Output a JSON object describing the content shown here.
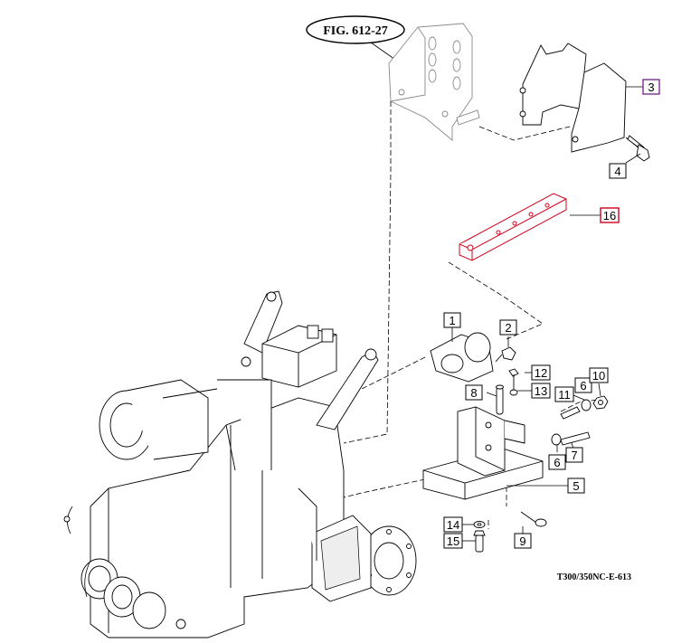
{
  "figure_ref": "FIG. 612-27",
  "drawing_code": "T300/350NC-E-613",
  "colors": {
    "selected_purple": "#7b2d8e",
    "selected_red": "#d0021b",
    "line": "#000000"
  },
  "callouts": [
    {
      "id": "1",
      "label": "1"
    },
    {
      "id": "2",
      "label": "2"
    },
    {
      "id": "3",
      "label": "3",
      "highlight": "purple"
    },
    {
      "id": "4",
      "label": "4"
    },
    {
      "id": "5",
      "label": "5"
    },
    {
      "id": "6a",
      "label": "6"
    },
    {
      "id": "6b",
      "label": "6"
    },
    {
      "id": "7",
      "label": "7"
    },
    {
      "id": "8",
      "label": "8"
    },
    {
      "id": "9",
      "label": "9"
    },
    {
      "id": "10",
      "label": "10"
    },
    {
      "id": "11",
      "label": "11"
    },
    {
      "id": "12",
      "label": "12"
    },
    {
      "id": "13",
      "label": "13"
    },
    {
      "id": "14",
      "label": "14"
    },
    {
      "id": "15",
      "label": "15"
    },
    {
      "id": "16",
      "label": "16",
      "highlight": "red"
    }
  ]
}
